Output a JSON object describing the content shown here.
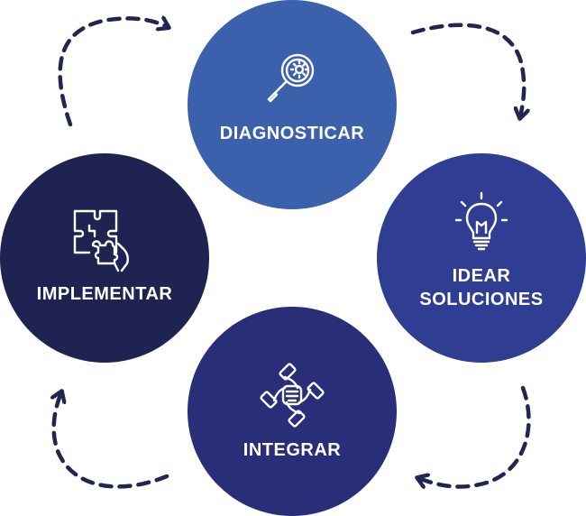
{
  "colors": {
    "diagnosticar": "#3b61ad",
    "idear": "#2f3e93",
    "integrar": "#282e77",
    "implementar": "#1f2352",
    "arrows": "#20264f"
  },
  "steps": [
    {
      "label": "DIAGNOSTICAR",
      "icon": "magnifier-gear-icon"
    },
    {
      "label": "IDEAR\nSOLUCIONES",
      "icon": "lightbulb-icon"
    },
    {
      "label": "INTEGRAR",
      "icon": "joined-hands-icon"
    },
    {
      "label": "IMPLEMENTAR",
      "icon": "puzzle-hand-icon"
    }
  ]
}
